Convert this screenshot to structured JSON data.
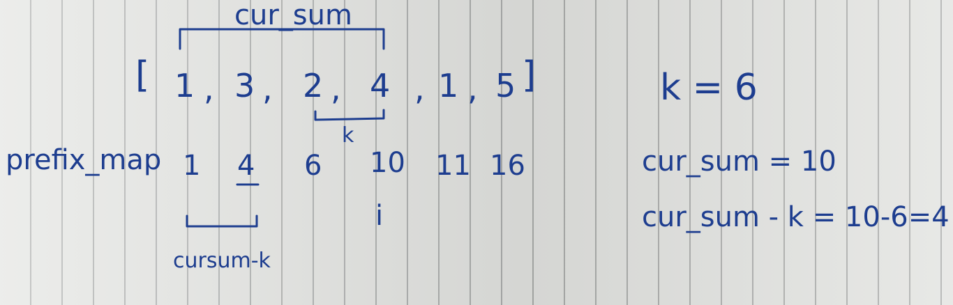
{
  "array": {
    "open_bracket": "[",
    "close_bracket": "]",
    "elements": [
      "1",
      "3",
      "2",
      "4",
      "1",
      "5"
    ],
    "commas": [
      ",",
      ",",
      ",",
      ",",
      ","
    ]
  },
  "top_label": "cur_sum",
  "k_marker": "k",
  "prefix": {
    "label": "prefix_map",
    "values": [
      "1",
      "4",
      "6",
      "10",
      "11",
      "16"
    ]
  },
  "i_label": "i",
  "bottom_label": "cursum-k",
  "equations": {
    "k": "k = 6",
    "cur_sum": "cur_sum = 10",
    "diff": "cur_sum - k = 10-6=4"
  },
  "colors": {
    "ink": "#1d3d8f",
    "paper": "#e2e3e0",
    "rule": "#a9abaa"
  }
}
